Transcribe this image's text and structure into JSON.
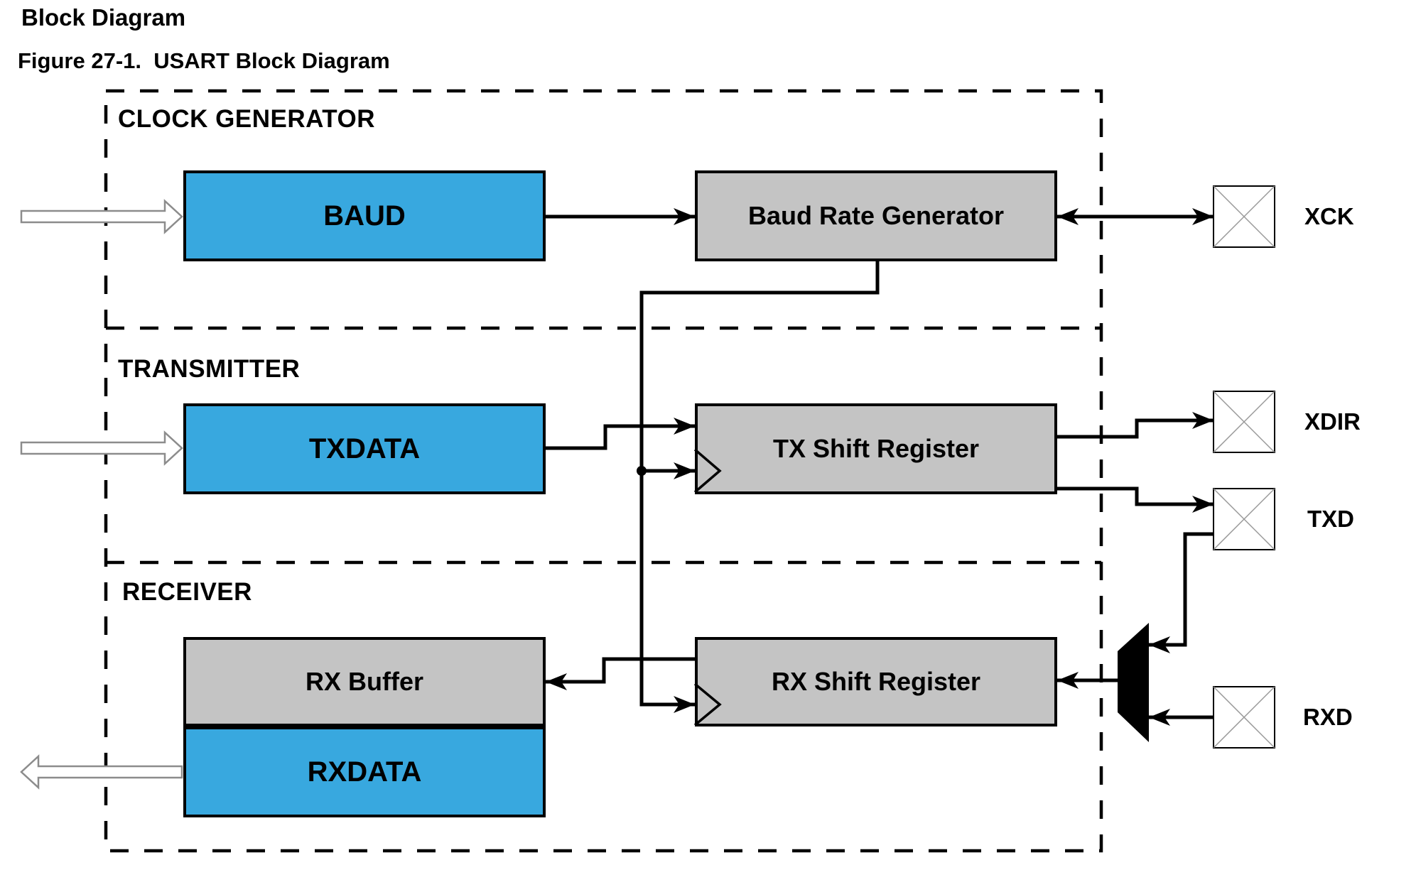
{
  "page": {
    "title": "Block Diagram",
    "figure_caption": "Figure 27-1.  USART Block Diagram"
  },
  "sections": {
    "clock_generator": "CLOCK GENERATOR",
    "transmitter": "TRANSMITTER",
    "receiver": "RECEIVER"
  },
  "blocks": {
    "baud": "BAUD",
    "baud_rate_generator": "Baud Rate Generator",
    "txdata": "TXDATA",
    "tx_shift_register": "TX Shift Register",
    "rx_buffer": "RX Buffer",
    "rxdata": "RXDATA",
    "rx_shift_register": "RX Shift Register"
  },
  "pins": {
    "xck": {
      "label": "XCK"
    },
    "xdir": {
      "label": "XDIR"
    },
    "txd": {
      "label": "TXD"
    },
    "rxd": {
      "label": "RXD"
    }
  },
  "colors": {
    "register_blue": "#38A8DF",
    "block_gray": "#C4C4C4",
    "line_black": "#000000",
    "open_arrow_outline": "#8c8c8c"
  }
}
